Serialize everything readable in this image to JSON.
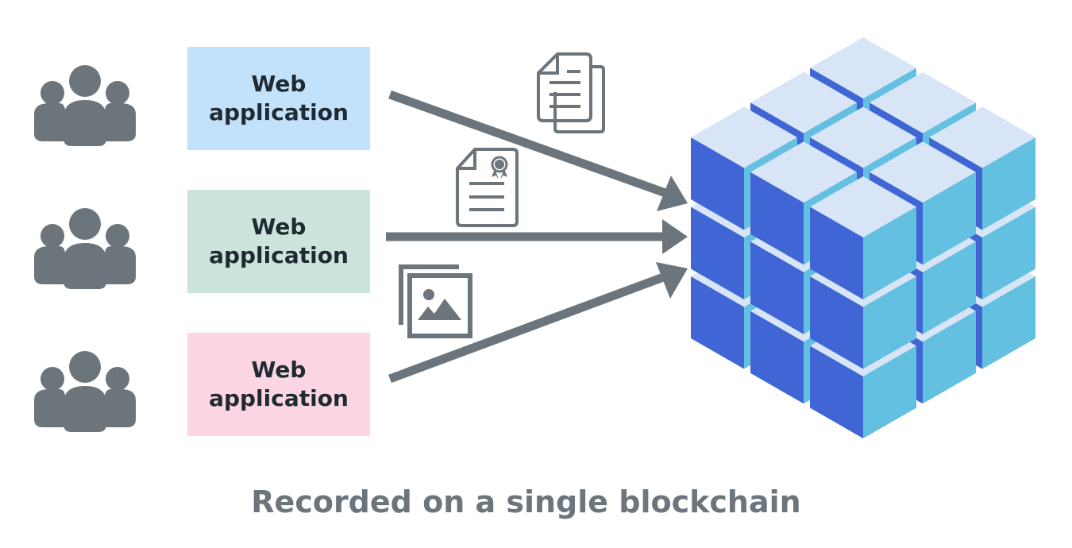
{
  "diagram": {
    "title": "Recorded on a single blockchain",
    "colors": {
      "icon_gray": "#6b757b",
      "text_dark": "#1f2a33",
      "cube_top": "#d8e5f6",
      "cube_left": "#4066d6",
      "cube_right": "#64c0e0"
    },
    "user_groups": [
      {
        "icon": "user-group-icon"
      },
      {
        "icon": "user-group-icon"
      },
      {
        "icon": "user-group-icon"
      }
    ],
    "apps": [
      {
        "line1": "Web",
        "line2": "application",
        "color": "#c2e1fb"
      },
      {
        "line1": "Web",
        "line2": "application",
        "color": "#cce5dc"
      },
      {
        "line1": "Web",
        "line2": "application",
        "color": "#fcd5e2"
      }
    ],
    "data_icons": [
      {
        "name": "documents-icon"
      },
      {
        "name": "certificate-icon"
      },
      {
        "name": "images-icon"
      }
    ],
    "blockchain": {
      "icon": "blockchain-cube-icon",
      "grid": [
        3,
        3,
        3
      ]
    }
  }
}
